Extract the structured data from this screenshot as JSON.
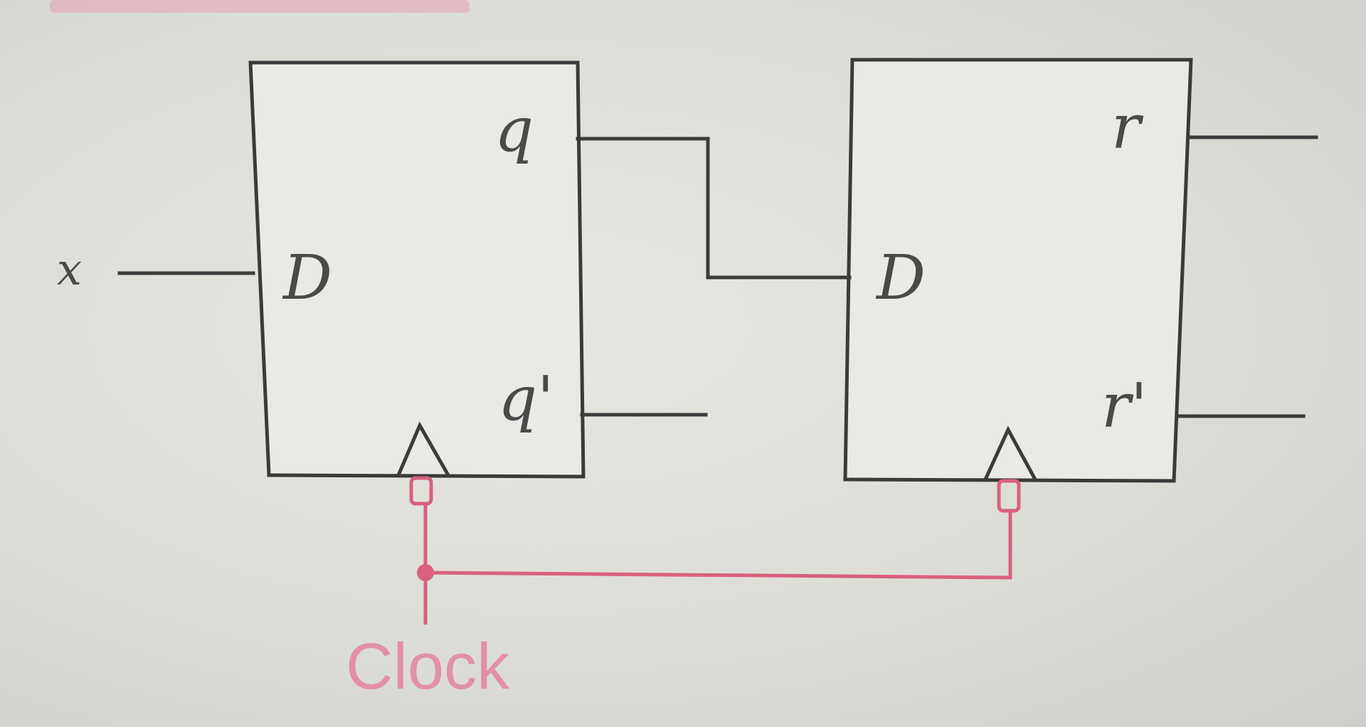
{
  "diagram": {
    "input_label": "x",
    "ff1": {
      "d_label": "D",
      "q_label": "q",
      "qbar_label": "q'"
    },
    "ff2": {
      "d_label": "D",
      "q_label": "r",
      "qbar_label": "r'"
    },
    "clock_label": "Clock"
  },
  "colors": {
    "wire": "#3c3c3c",
    "clock": "#d9607e"
  }
}
